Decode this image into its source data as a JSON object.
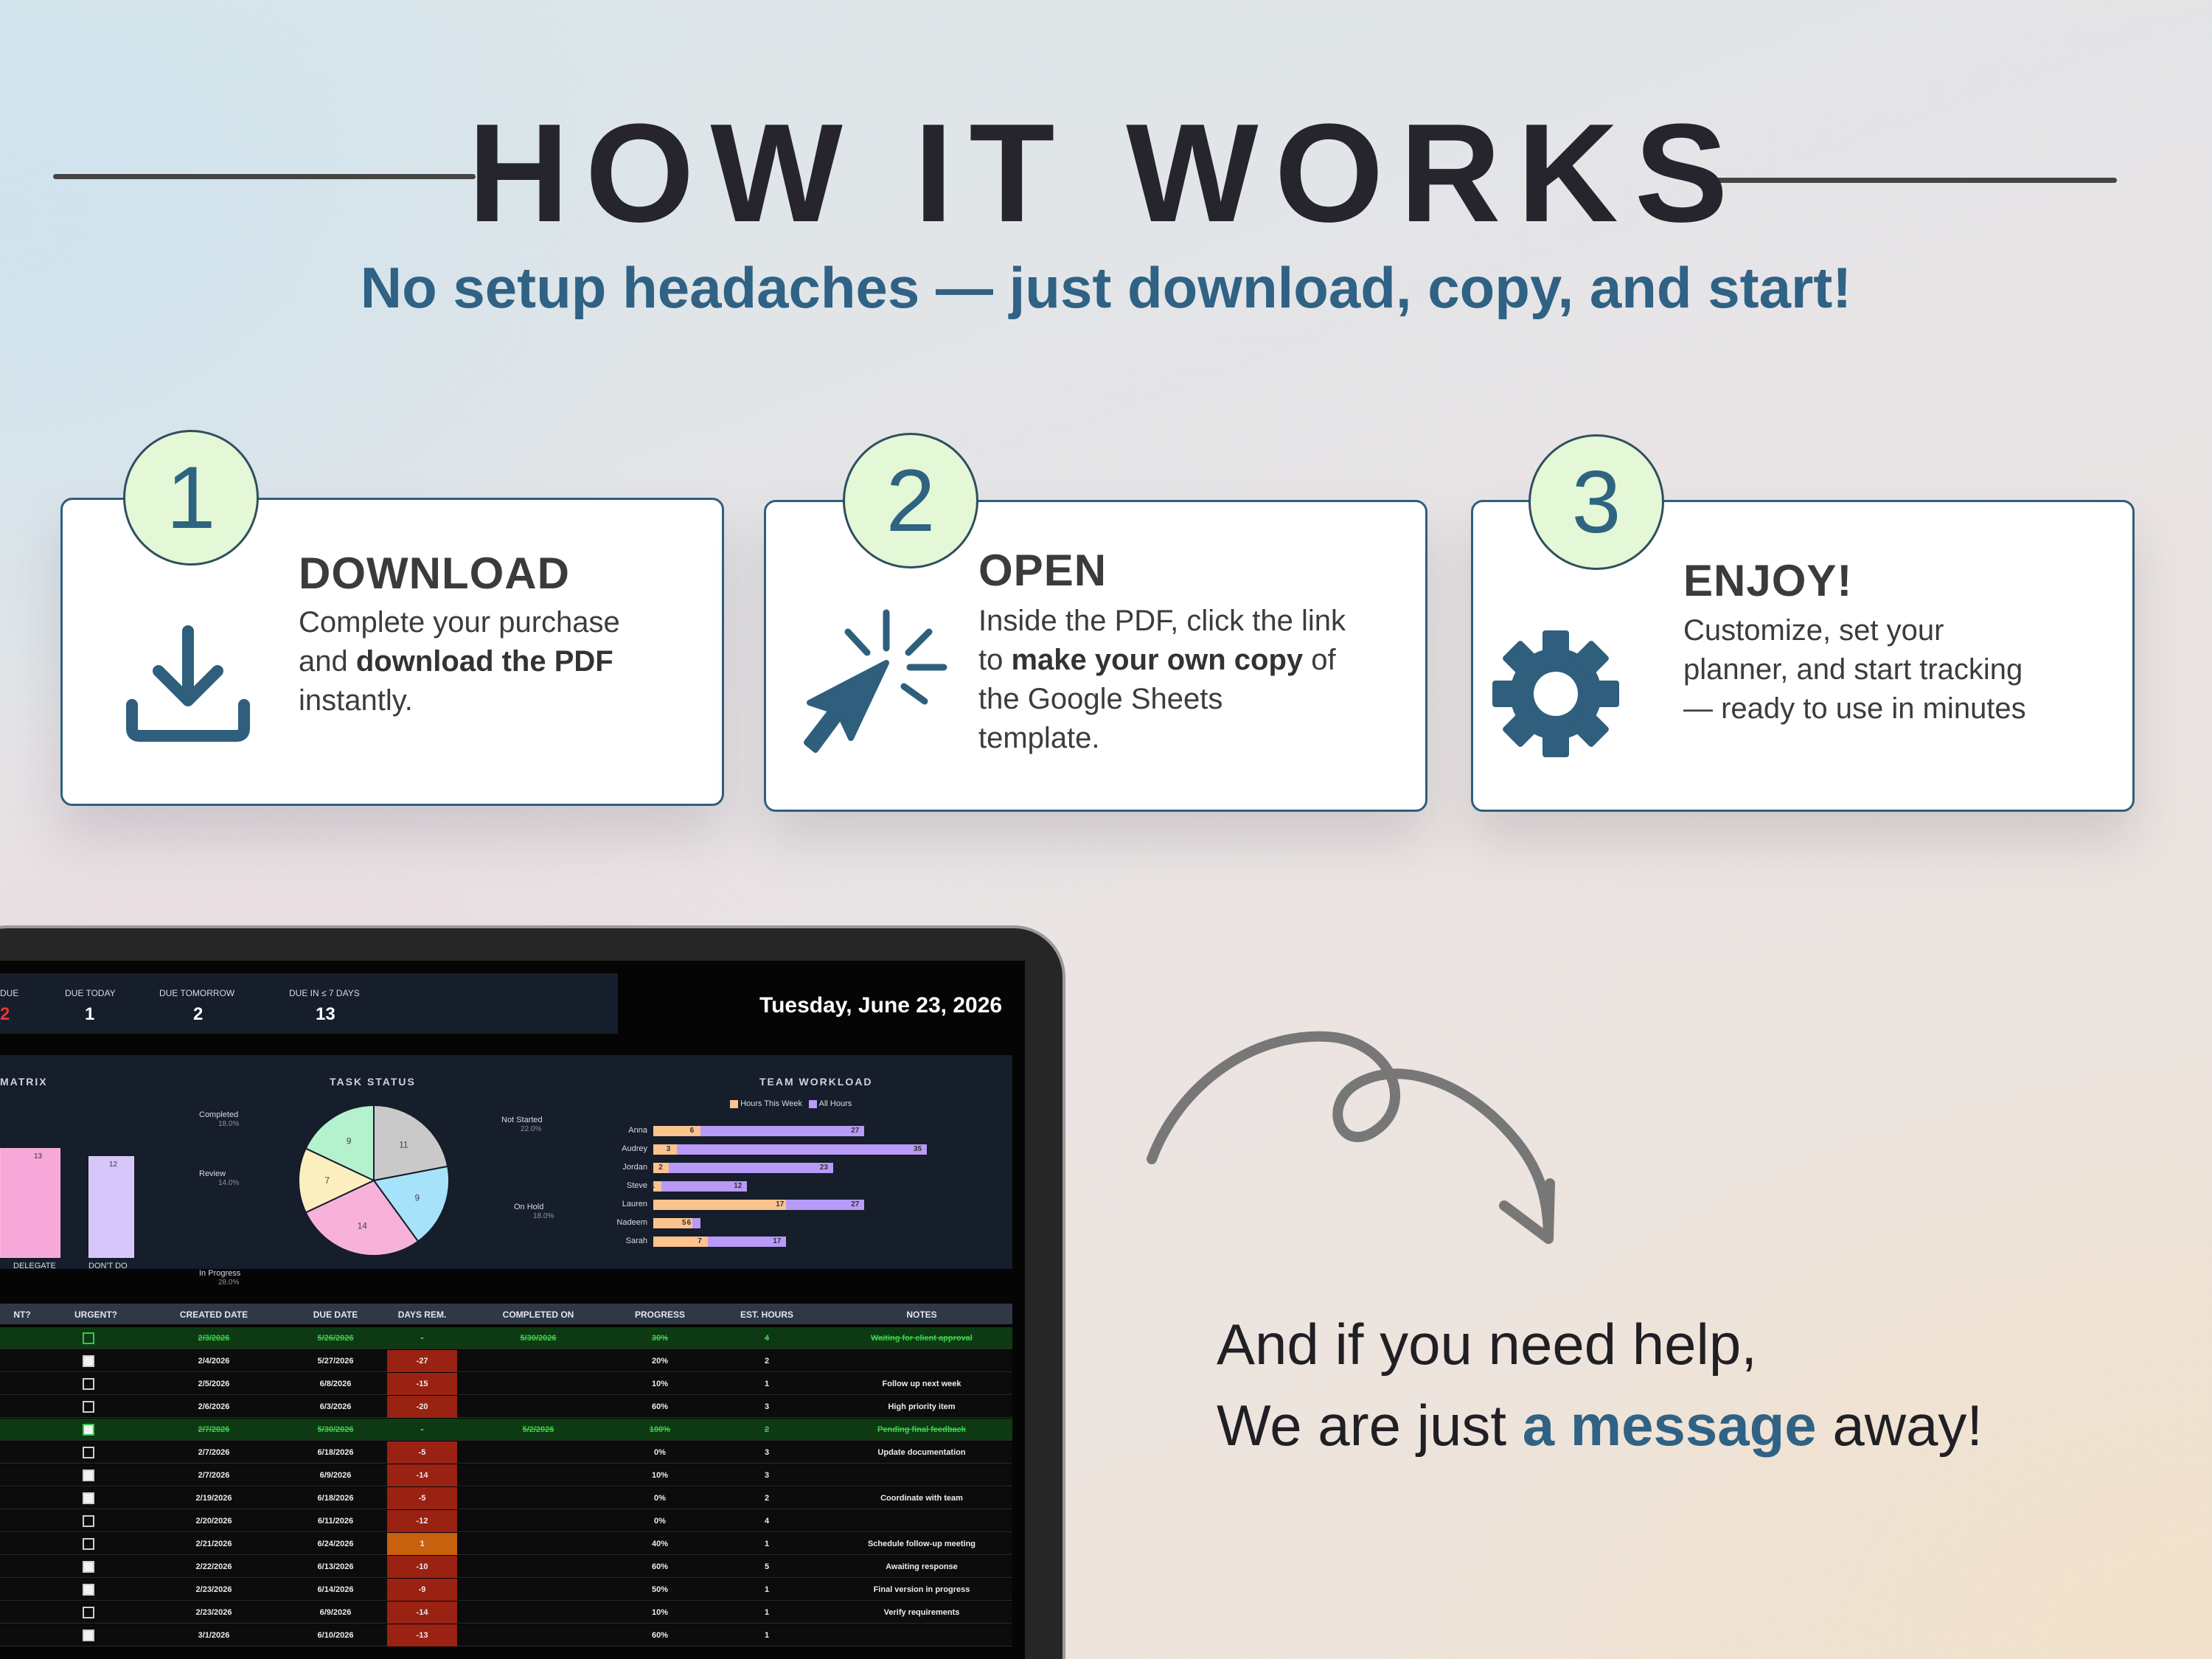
{
  "header": {
    "title": "HOW IT WORKS",
    "subtitle": "No setup headaches — just download, copy, and start!"
  },
  "steps": [
    {
      "number": "1",
      "title": "DOWNLOAD",
      "text_a": "Complete your purchase",
      "text_b": "and ",
      "text_bold": "download the PDF",
      "text_c": "instantly.",
      "icon": "download-icon"
    },
    {
      "number": "2",
      "title": "OPEN",
      "line1": "Inside the PDF, click the link",
      "line2a": "to ",
      "line2bold": "make your own copy",
      "line2b": " of",
      "line3": "the Google Sheets",
      "line4": "template.",
      "icon": "cursor-click-icon"
    },
    {
      "number": "3",
      "title": "ENJOY!",
      "line1": "Customize, set your",
      "line2": "planner, and start tracking",
      "line3": "— ready to use in minutes",
      "icon": "gear-icon"
    }
  ],
  "help": {
    "line1": "And if you need help,",
    "line2a": "We are just ",
    "line2bold": "a message",
    "line2b": " away!"
  },
  "tablet": {
    "kpis": [
      {
        "label": "DUE",
        "value": "2",
        "color": "#e53935"
      },
      {
        "label": "DUE TODAY",
        "value": "1"
      },
      {
        "label": "DUE TOMORROW",
        "value": "2"
      },
      {
        "label": "DUE IN ≤ 7 DAYS",
        "value": "13"
      }
    ],
    "date": "Tuesday, June 23, 2026",
    "matrix_title": "MATRIX",
    "matrix_bars": [
      {
        "label": "DELEGATE",
        "value": 13,
        "color": "#f7a8d8"
      },
      {
        "label": "DON'T DO",
        "value": 12,
        "color": "#d6c6f9"
      }
    ],
    "task_status": {
      "title": "TASK STATUS",
      "slices": [
        {
          "label": "Not Started",
          "pct": "22.0%",
          "value": 11,
          "color": "#c9c9c9"
        },
        {
          "label": "On Hold",
          "pct": "18.0%",
          "value": 9,
          "color": "#a7e2fb"
        },
        {
          "label": "In Progress",
          "pct": "28.0%",
          "value": 14,
          "color": "#f8b2da"
        },
        {
          "label": "Review",
          "pct": "14.0%",
          "value": 7,
          "color": "#fbefc0"
        },
        {
          "label": "Completed",
          "pct": "18.0%",
          "value": 9,
          "color": "#b3f2cc"
        }
      ]
    },
    "workload": {
      "title": "TEAM WORKLOAD",
      "legend": [
        "Hours This Week",
        "All Hours"
      ],
      "rows": [
        {
          "name": "Anna",
          "week": 6,
          "all": 27
        },
        {
          "name": "Audrey",
          "week": 3,
          "all": 35
        },
        {
          "name": "Jordan",
          "week": 2,
          "all": 23
        },
        {
          "name": "Steve",
          "week": 1,
          "all": 12
        },
        {
          "name": "Lauren",
          "week": 17,
          "all": 27
        },
        {
          "name": "Nadeem",
          "week": 5,
          "all": 6
        },
        {
          "name": "Sarah",
          "week": 7,
          "all": 17
        }
      ]
    },
    "columns": [
      "NT?",
      "URGENT?",
      "CREATED DATE",
      "DUE DATE",
      "DAYS REM.",
      "COMPLETED ON",
      "PROGRESS",
      "EST. HOURS",
      "NOTES"
    ],
    "rows": [
      {
        "urgent": false,
        "created": "2/3/2026",
        "due": "5/26/2026",
        "rem": "-",
        "done": "5/30/2026",
        "prog": "30%",
        "hours": "4",
        "notes": "Waiting for client approval",
        "status": "complete"
      },
      {
        "urgent": true,
        "created": "2/4/2026",
        "due": "5/27/2026",
        "rem": "-27",
        "done": "",
        "prog": "20%",
        "hours": "2",
        "notes": "",
        "status": "overdue"
      },
      {
        "urgent": false,
        "created": "2/5/2026",
        "due": "6/8/2026",
        "rem": "-15",
        "done": "",
        "prog": "10%",
        "hours": "1",
        "notes": "Follow up next week",
        "status": "overdue"
      },
      {
        "urgent": false,
        "created": "2/6/2026",
        "due": "6/3/2026",
        "rem": "-20",
        "done": "",
        "prog": "60%",
        "hours": "3",
        "notes": "High priority item",
        "status": "overdue"
      },
      {
        "urgent": true,
        "created": "2/7/2026",
        "due": "5/30/2026",
        "rem": "-",
        "done": "5/2/2026",
        "prog": "100%",
        "hours": "2",
        "notes": "Pending final feedback",
        "status": "complete"
      },
      {
        "urgent": false,
        "created": "2/7/2026",
        "due": "6/18/2026",
        "rem": "-5",
        "done": "",
        "prog": "0%",
        "hours": "3",
        "notes": "Update documentation",
        "status": "overdue"
      },
      {
        "urgent": true,
        "created": "2/7/2026",
        "due": "6/9/2026",
        "rem": "-14",
        "done": "",
        "prog": "10%",
        "hours": "3",
        "notes": "",
        "status": "overdue"
      },
      {
        "urgent": true,
        "created": "2/19/2026",
        "due": "6/18/2026",
        "rem": "-5",
        "done": "",
        "prog": "0%",
        "hours": "2",
        "notes": "Coordinate with team",
        "status": "overdue"
      },
      {
        "urgent": false,
        "created": "2/20/2026",
        "due": "6/11/2026",
        "rem": "-12",
        "done": "",
        "prog": "0%",
        "hours": "4",
        "notes": "",
        "status": "overdue"
      },
      {
        "urgent": false,
        "created": "2/21/2026",
        "due": "6/24/2026",
        "rem": "1",
        "done": "",
        "prog": "40%",
        "hours": "1",
        "notes": "Schedule follow-up meeting",
        "status": "soon"
      },
      {
        "urgent": true,
        "created": "2/22/2026",
        "due": "6/13/2026",
        "rem": "-10",
        "done": "",
        "prog": "60%",
        "hours": "5",
        "notes": "Awaiting response",
        "status": "overdue"
      },
      {
        "urgent": true,
        "created": "2/23/2026",
        "due": "6/14/2026",
        "rem": "-9",
        "done": "",
        "prog": "50%",
        "hours": "1",
        "notes": "Final version in progress",
        "status": "overdue"
      },
      {
        "urgent": false,
        "created": "2/23/2026",
        "due": "6/9/2026",
        "rem": "-14",
        "done": "",
        "prog": "10%",
        "hours": "1",
        "notes": "Verify requirements",
        "status": "overdue"
      },
      {
        "urgent": true,
        "created": "3/1/2026",
        "due": "6/10/2026",
        "rem": "-13",
        "done": "",
        "prog": "60%",
        "hours": "1",
        "notes": "",
        "status": "overdue"
      }
    ]
  }
}
